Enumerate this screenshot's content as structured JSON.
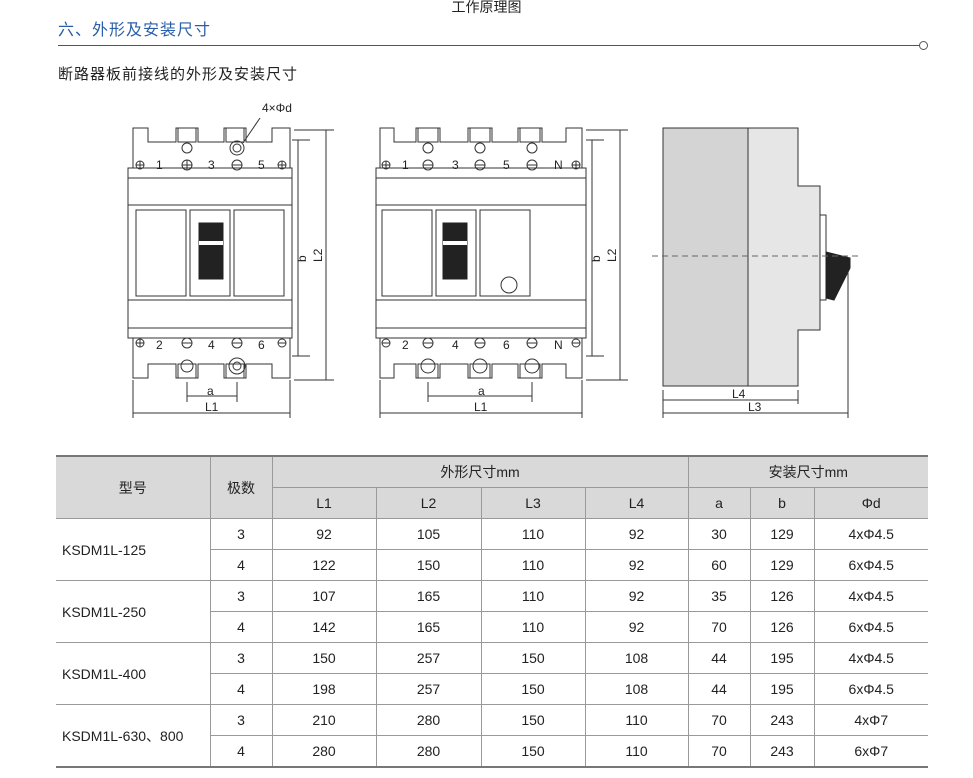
{
  "page": {
    "top_title": "工作原理图",
    "section_title": "六、外形及安装尺寸",
    "subtitle": "断路器板前接线的外形及安装尺寸"
  },
  "drawing": {
    "hole_label": "4×Φd",
    "front3": {
      "top_numbers": [
        "1",
        "3",
        "5"
      ],
      "bottom_numbers": [
        "2",
        "4",
        "6"
      ],
      "dim_a": "a",
      "dim_l1": "L1",
      "dim_b": "b",
      "dim_l2": "L2"
    },
    "front4": {
      "top_numbers": [
        "1",
        "3",
        "5",
        "N"
      ],
      "bottom_numbers": [
        "2",
        "4",
        "6",
        "N"
      ],
      "dim_a": "a",
      "dim_l1": "L1",
      "dim_b": "b",
      "dim_l2": "L2"
    },
    "side": {
      "dim_l4": "L4",
      "dim_l3": "L3"
    }
  },
  "table": {
    "header": {
      "model": "型号",
      "poles": "极数",
      "outline": "外形尺寸mm",
      "install": "安装尺寸mm",
      "cols": [
        "L1",
        "L2",
        "L3",
        "L4",
        "a",
        "b",
        "Φd"
      ]
    },
    "groups": [
      {
        "model": "KSDM1L-125",
        "rows": [
          {
            "poles": "3",
            "vals": [
              "92",
              "105",
              "110",
              "92",
              "30",
              "129",
              "4xΦ4.5"
            ]
          },
          {
            "poles": "4",
            "vals": [
              "122",
              "150",
              "110",
              "92",
              "60",
              "129",
              "6xΦ4.5"
            ]
          }
        ]
      },
      {
        "model": "KSDM1L-250",
        "rows": [
          {
            "poles": "3",
            "vals": [
              "107",
              "165",
              "110",
              "92",
              "35",
              "126",
              "4xΦ4.5"
            ]
          },
          {
            "poles": "4",
            "vals": [
              "142",
              "165",
              "110",
              "92",
              "70",
              "126",
              "6xΦ4.5"
            ]
          }
        ]
      },
      {
        "model": "KSDM1L-400",
        "rows": [
          {
            "poles": "3",
            "vals": [
              "150",
              "257",
              "150",
              "108",
              "44",
              "195",
              "4xΦ4.5"
            ]
          },
          {
            "poles": "4",
            "vals": [
              "198",
              "257",
              "150",
              "108",
              "44",
              "195",
              "6xΦ4.5"
            ]
          }
        ]
      },
      {
        "model": "KSDM1L-630、800",
        "rows": [
          {
            "poles": "3",
            "vals": [
              "210",
              "280",
              "150",
              "110",
              "70",
              "243",
              "4xΦ7"
            ]
          },
          {
            "poles": "4",
            "vals": [
              "280",
              "280",
              "150",
              "110",
              "70",
              "243",
              "6xΦ7"
            ]
          }
        ]
      }
    ]
  }
}
